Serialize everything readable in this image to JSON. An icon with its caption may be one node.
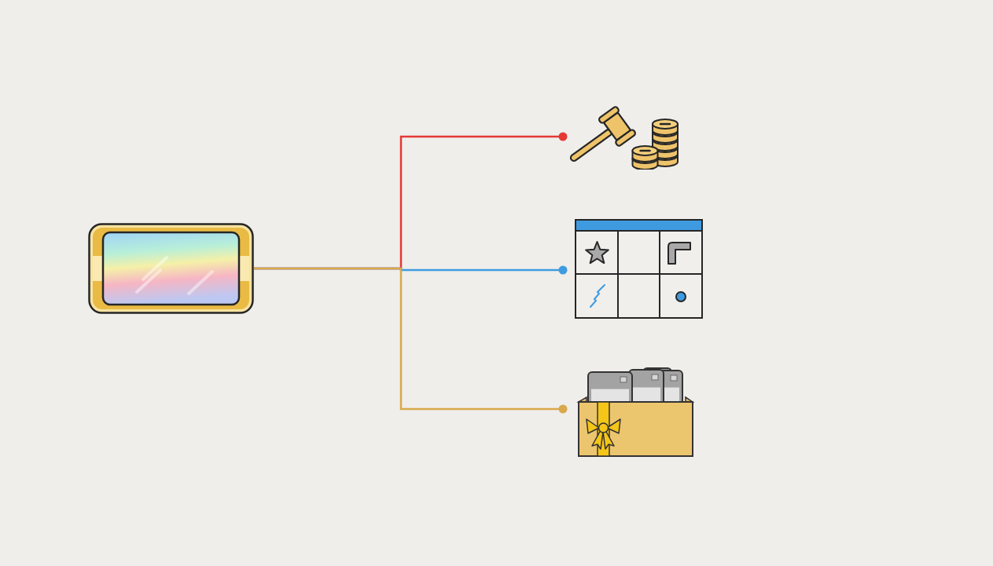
{
  "diagram": {
    "nodes": [
      {
        "text": [],
        "shape": "picture"
      },
      {
        "text": [],
        "shape": "picture"
      },
      {
        "text": [],
        "shape": "picture"
      },
      {
        "text": [],
        "shape": "picture"
      }
    ],
    "edges": [
      {
        "from": 0,
        "to": 1,
        "arrow": "other",
        "color": "#e53935"
      },
      {
        "from": 0,
        "to": 2,
        "arrow": "other",
        "color": "#3f9be0"
      },
      {
        "from": 0,
        "to": 3,
        "arrow": "other",
        "color": "#d9a84a"
      }
    ]
  }
}
